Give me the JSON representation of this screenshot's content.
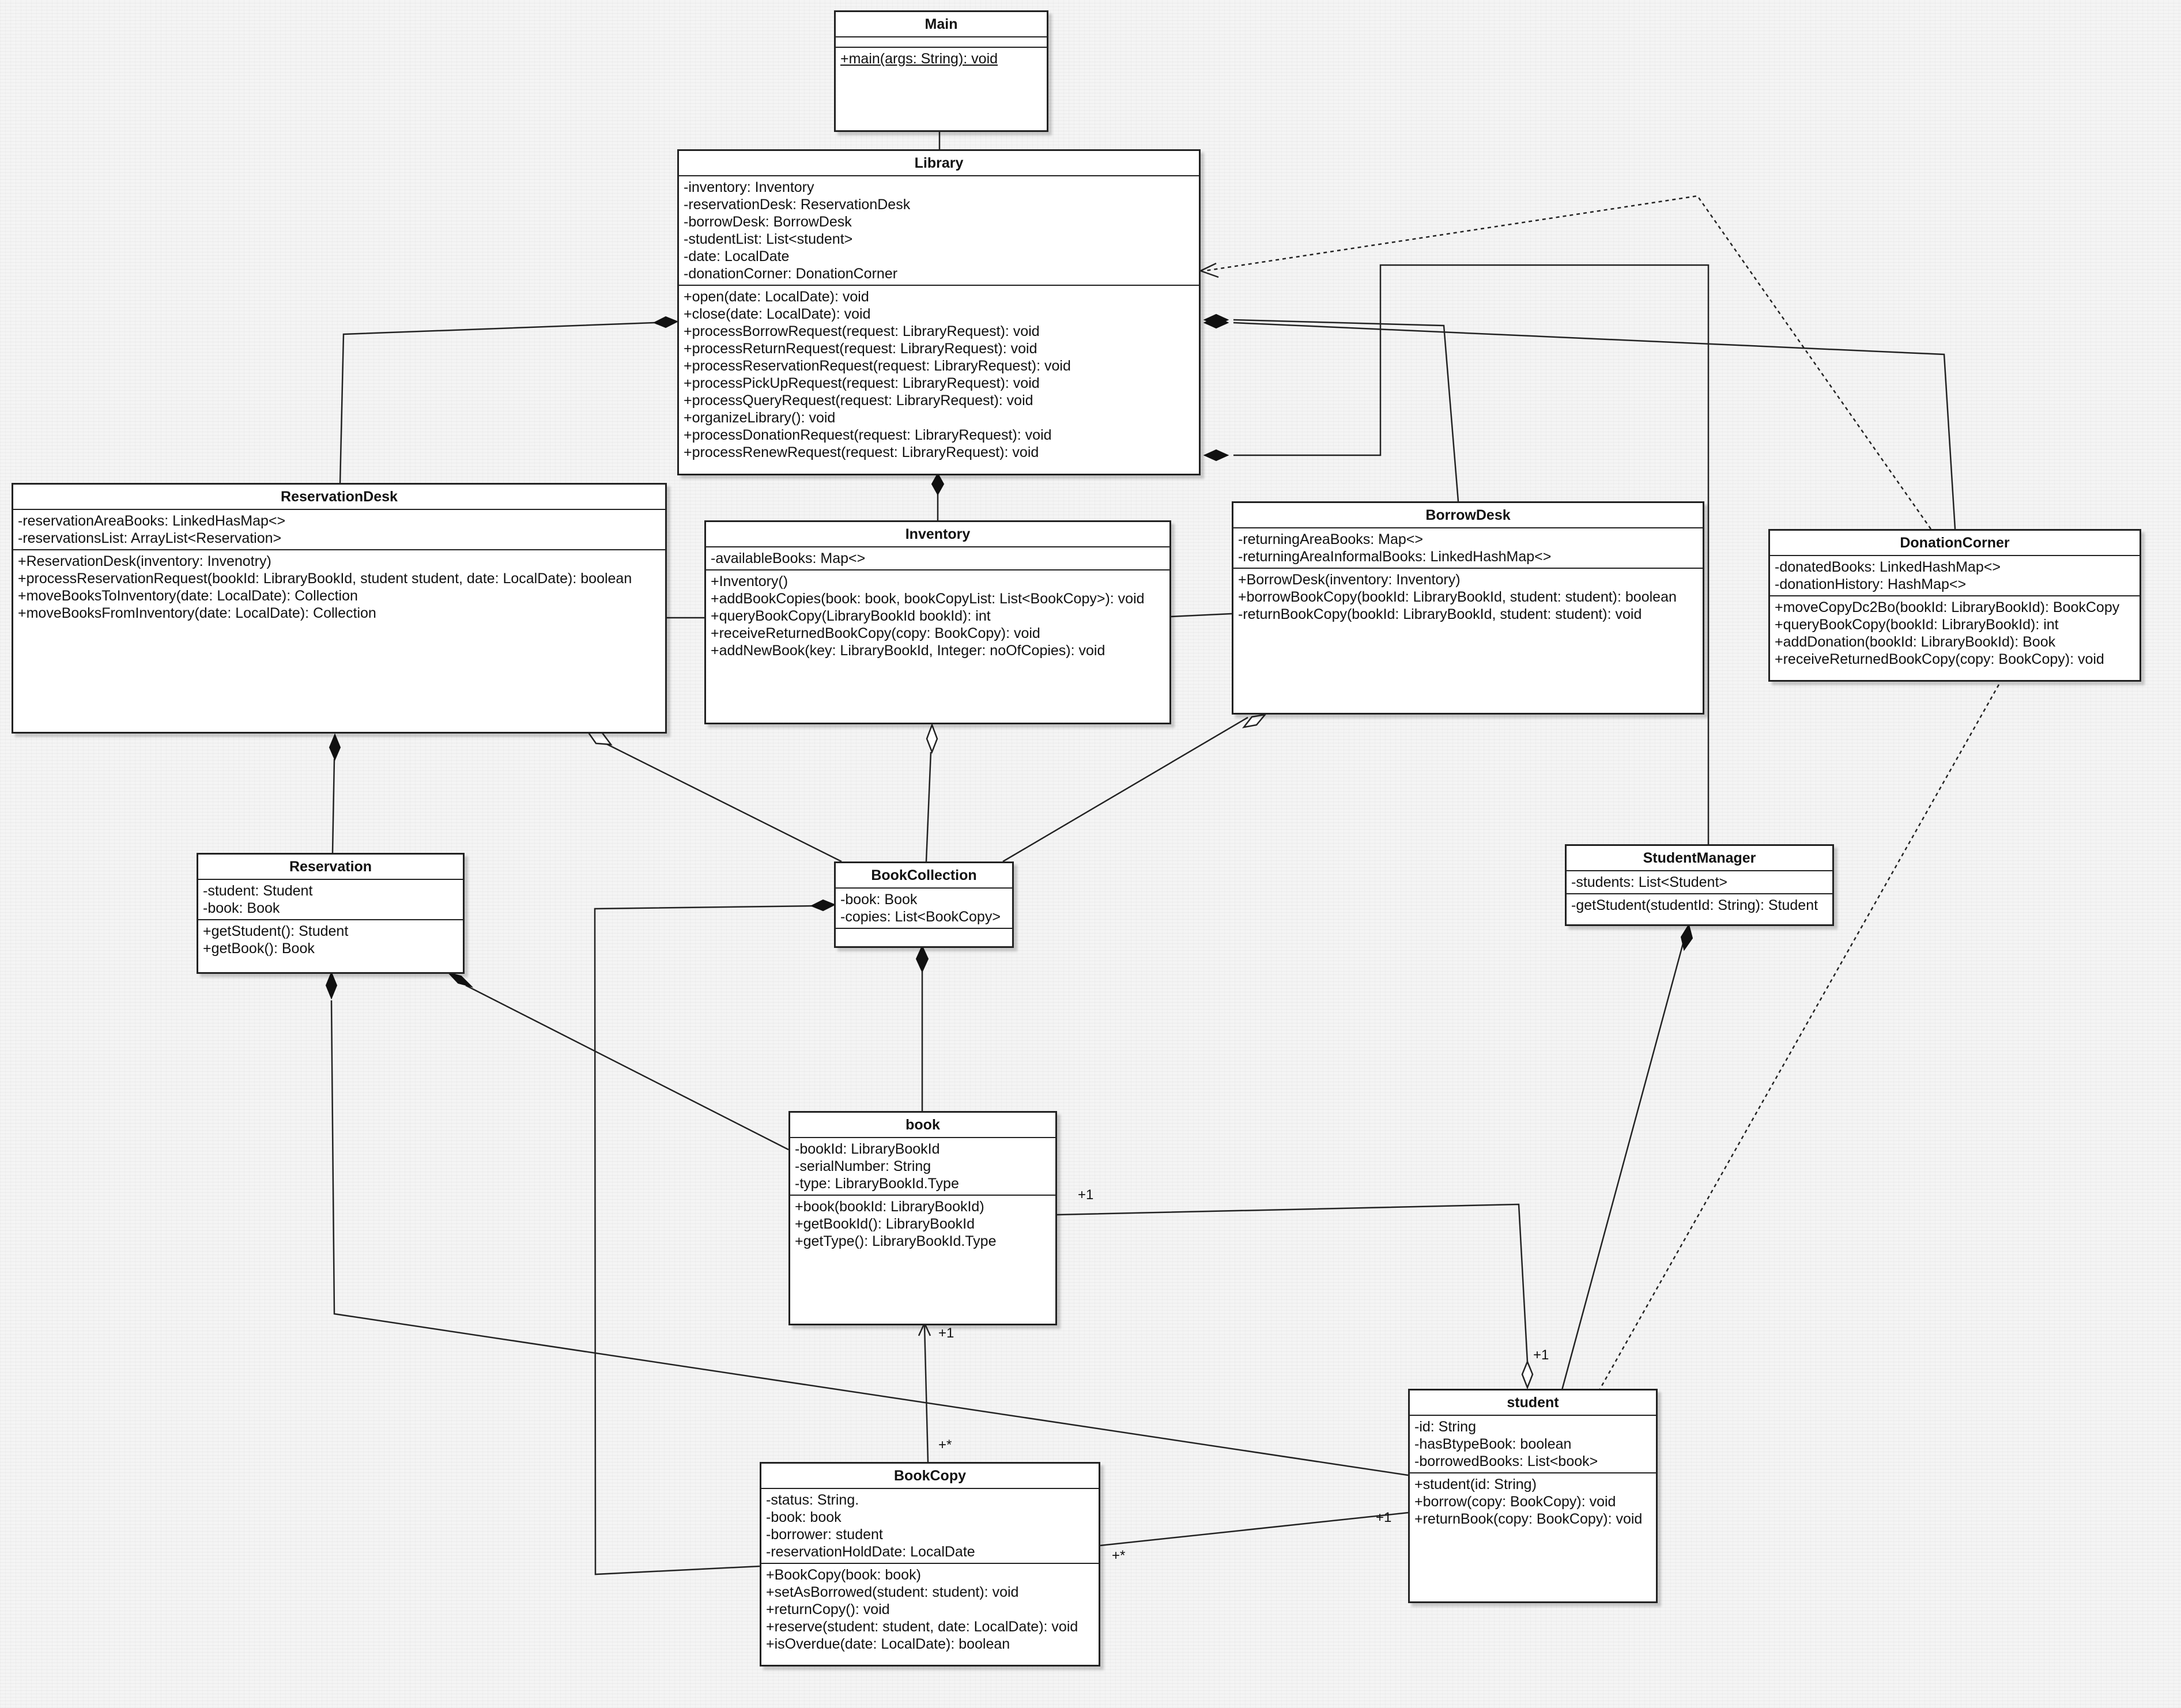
{
  "classes": {
    "main": {
      "name": "Main",
      "attributes": [],
      "operations": [
        "+main(args: String): void"
      ]
    },
    "library": {
      "name": "Library",
      "attributes": [
        "-inventory: Inventory",
        "-reservationDesk: ReservationDesk",
        "-borrowDesk: BorrowDesk",
        "-studentList: List<student>",
        "-date: LocalDate",
        "-donationCorner: DonationCorner"
      ],
      "operations": [
        "+open(date: LocalDate): void",
        "+close(date: LocalDate): void",
        "+processBorrowRequest(request: LibraryRequest): void",
        "+processReturnRequest(request: LibraryRequest): void",
        "+processReservationRequest(request: LibraryRequest): void",
        "+processPickUpRequest(request: LibraryRequest): void",
        "+processQueryRequest(request: LibraryRequest): void",
        "+organizeLibrary(): void",
        "+processDonationRequest(request: LibraryRequest): void",
        "+processRenewRequest(request: LibraryRequest): void"
      ]
    },
    "reservationDesk": {
      "name": "ReservationDesk",
      "attributes": [
        "-reservationAreaBooks: LinkedHasMap<>",
        "-reservationsList: ArrayList<Reservation>"
      ],
      "operations": [
        "+ReservationDesk(inventory: Invenotry)",
        "+processReservationRequest(bookId: LibraryBookId, student student, date: LocalDate): boolean",
        "+moveBooksToInventory(date: LocalDate): Collection",
        "+moveBooksFromInventory(date: LocalDate): Collection"
      ]
    },
    "inventory": {
      "name": "Inventory",
      "attributes": [
        "-availableBooks: Map<>"
      ],
      "operations": [
        "+Inventory()",
        "+addBookCopies(book: book, bookCopyList: List<BookCopy>): void",
        "+queryBookCopy(LibraryBookId bookId): int",
        "+receiveReturnedBookCopy(copy: BookCopy): void",
        "+addNewBook(key: LibraryBookId, Integer: noOfCopies): void"
      ]
    },
    "borrowDesk": {
      "name": "BorrowDesk",
      "attributes": [
        "-returningAreaBooks: Map<>",
        "-returningAreaInformalBooks: LinkedHashMap<>"
      ],
      "operations": [
        "+BorrowDesk(inventory: Inventory)",
        "+borrowBookCopy(bookId: LibraryBookId, student: student): boolean",
        "-returnBookCopy(bookId: LibraryBookId, student: student): void"
      ]
    },
    "donationCorner": {
      "name": "DonationCorner",
      "attributes": [
        "-donatedBooks: LinkedHashMap<>",
        "-donationHistory: HashMap<>"
      ],
      "operations": [
        "+moveCopyDc2Bo(bookId: LibraryBookId): BookCopy",
        "+queryBookCopy(bookId: LibraryBookId): int",
        "+addDonation(bookId: LibraryBookId): Book",
        "+receiveReturnedBookCopy(copy: BookCopy): void"
      ]
    },
    "reservation": {
      "name": "Reservation",
      "attributes": [
        "-student: Student",
        "-book: Book"
      ],
      "operations": [
        "+getStudent(): Student",
        "+getBook(): Book"
      ]
    },
    "bookCollection": {
      "name": "BookCollection",
      "attributes": [
        "-book: Book",
        "-copies: List<BookCopy>"
      ],
      "operations": []
    },
    "studentManager": {
      "name": "StudentManager",
      "attributes": [
        "-students: List<Student>"
      ],
      "operations": [
        "-getStudent(studentId: String): Student"
      ]
    },
    "book": {
      "name": "book",
      "attributes": [
        "-bookId: LibraryBookId",
        "-serialNumber: String",
        "-type: LibraryBookId.Type"
      ],
      "operations": [
        "+book(bookId: LibraryBookId)",
        "+getBookId(): LibraryBookId",
        "+getType(): LibraryBookId.Type"
      ]
    },
    "student": {
      "name": "student",
      "attributes": [
        "-id: String",
        "-hasBtypeBook: boolean",
        "-borrowedBooks: List<book>"
      ],
      "operations": [
        "+student(id: String)",
        "+borrow(copy: BookCopy): void",
        "+returnBook(copy: BookCopy): void"
      ]
    },
    "bookCopy": {
      "name": "BookCopy",
      "attributes": [
        "-status: String.",
        "-book: book",
        "-borrower: student",
        "-reservationHoldDate: LocalDate"
      ],
      "operations": [
        "+BookCopy(book: book)",
        "+setAsBorrowed(student: student): void",
        "+returnCopy(): void",
        "+reserve(student: student, date: LocalDate): void",
        "+isOverdue(date: LocalDate): boolean"
      ]
    }
  },
  "multiplicities": {
    "book_student_book_end": "+1",
    "book_student_student_end": "+1",
    "book_bookcopy_book_end": "+1",
    "book_bookcopy_copy_end": "+*",
    "student_bookcopy_student_end": "+1",
    "student_bookcopy_copy_end": "+*"
  }
}
